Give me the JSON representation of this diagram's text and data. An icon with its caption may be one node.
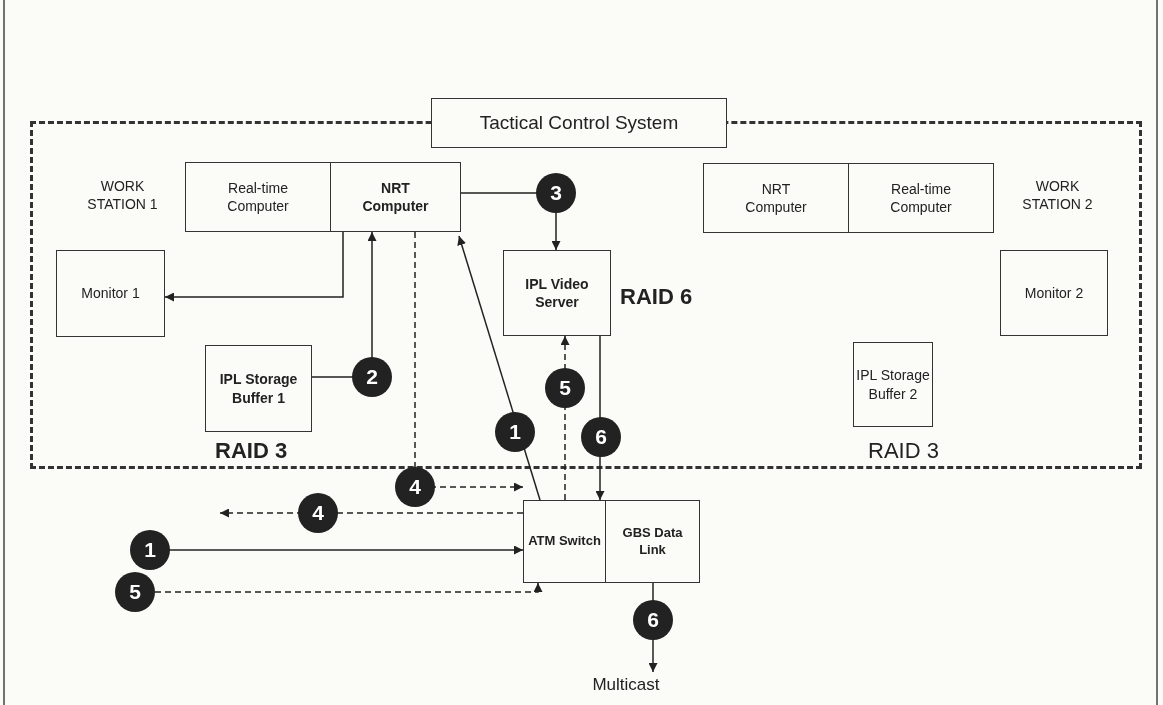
{
  "diagram": {
    "nodes": [
      {
        "text": [
          "Tactical Control System"
        ]
      },
      {
        "text": [
          "Real-time Computer"
        ],
        "in": 0
      },
      {
        "text": [
          "NRT Computer"
        ],
        "in": 0
      },
      {
        "text": [
          "Monitor 1"
        ],
        "in": 0
      },
      {
        "text": [
          "IPL Storage Buffer 1"
        ],
        "in": 0,
        "beside": [
          "RAID 3"
        ]
      },
      {
        "text": [
          "IPL Video Server"
        ],
        "in": 0,
        "beside": [
          "RAID 6"
        ]
      },
      {
        "text": [
          "NRT Computer"
        ],
        "in": 0
      },
      {
        "text": [
          "Real-time Computer"
        ],
        "in": 0
      },
      {
        "text": [
          "Monitor 2"
        ],
        "in": 0
      },
      {
        "text": [
          "IPL Storage Buffer 2"
        ],
        "in": 0,
        "beside": [
          "RAID 3"
        ]
      },
      {
        "text": [
          "ATM Switch"
        ]
      },
      {
        "text": [
          "GBS Data Link"
        ]
      },
      {
        "text": [
          "Multicast"
        ]
      }
    ],
    "edges": [
      {
        "from": 2,
        "to": 3,
        "arrow": "to"
      },
      {
        "from": 4,
        "to": 2,
        "arrow": "to",
        "label": "2"
      },
      {
        "from": 2,
        "to": 5,
        "arrow": "to",
        "label": "3"
      },
      {
        "from": 2,
        "to": 10,
        "arrow": "to",
        "label": "4",
        "style": "dashed"
      },
      {
        "from": 10,
        "to": null,
        "arrow": "to",
        "label": "4",
        "style": "dashed"
      },
      {
        "from": 10,
        "to": 2,
        "arrow": "to",
        "label": "1"
      },
      {
        "from": null,
        "to": 10,
        "arrow": "to",
        "label": "1"
      },
      {
        "from": 10,
        "to": 5,
        "arrow": "to",
        "label": "5",
        "style": "dashed"
      },
      {
        "from": null,
        "to": 10,
        "arrow": "to",
        "label": "5",
        "style": "dashed"
      },
      {
        "from": 5,
        "to": 10,
        "arrow": "to",
        "label": "6"
      },
      {
        "from": 11,
        "to": 12,
        "arrow": "to",
        "label": "6"
      }
    ],
    "labels": [
      "WORK STATION 1",
      "WORK STATION 2"
    ]
  }
}
